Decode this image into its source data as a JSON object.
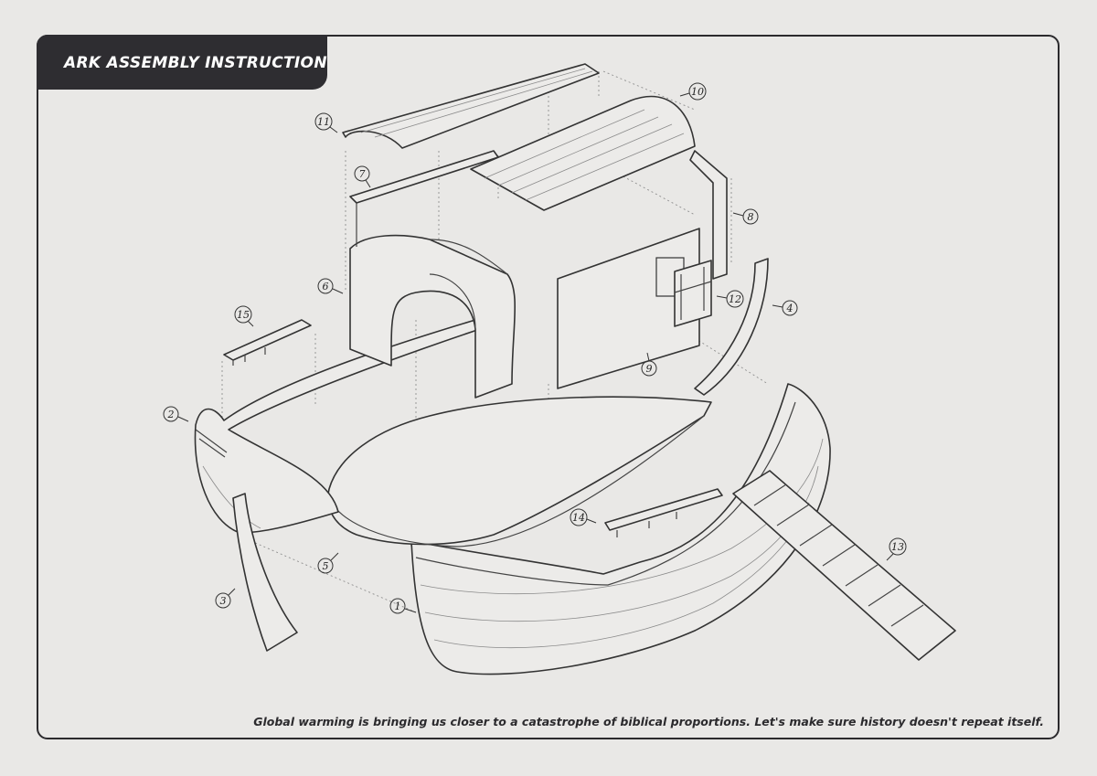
{
  "header": {
    "title": "ARK ASSEMBLY INSTRUCTION"
  },
  "footer": {
    "caption": "Global warming is bringing us closer to a catastrophe of biblical proportions. Let's make sure history doesn't repeat itself."
  },
  "parts": {
    "p1": "1",
    "p2": "2",
    "p3": "3",
    "p4": "4",
    "p5": "5",
    "p6": "6",
    "p7": "7",
    "p8": "8",
    "p9": "9",
    "p10": "10",
    "p11": "11",
    "p12": "12",
    "p13": "13",
    "p14": "14",
    "p15": "15"
  }
}
